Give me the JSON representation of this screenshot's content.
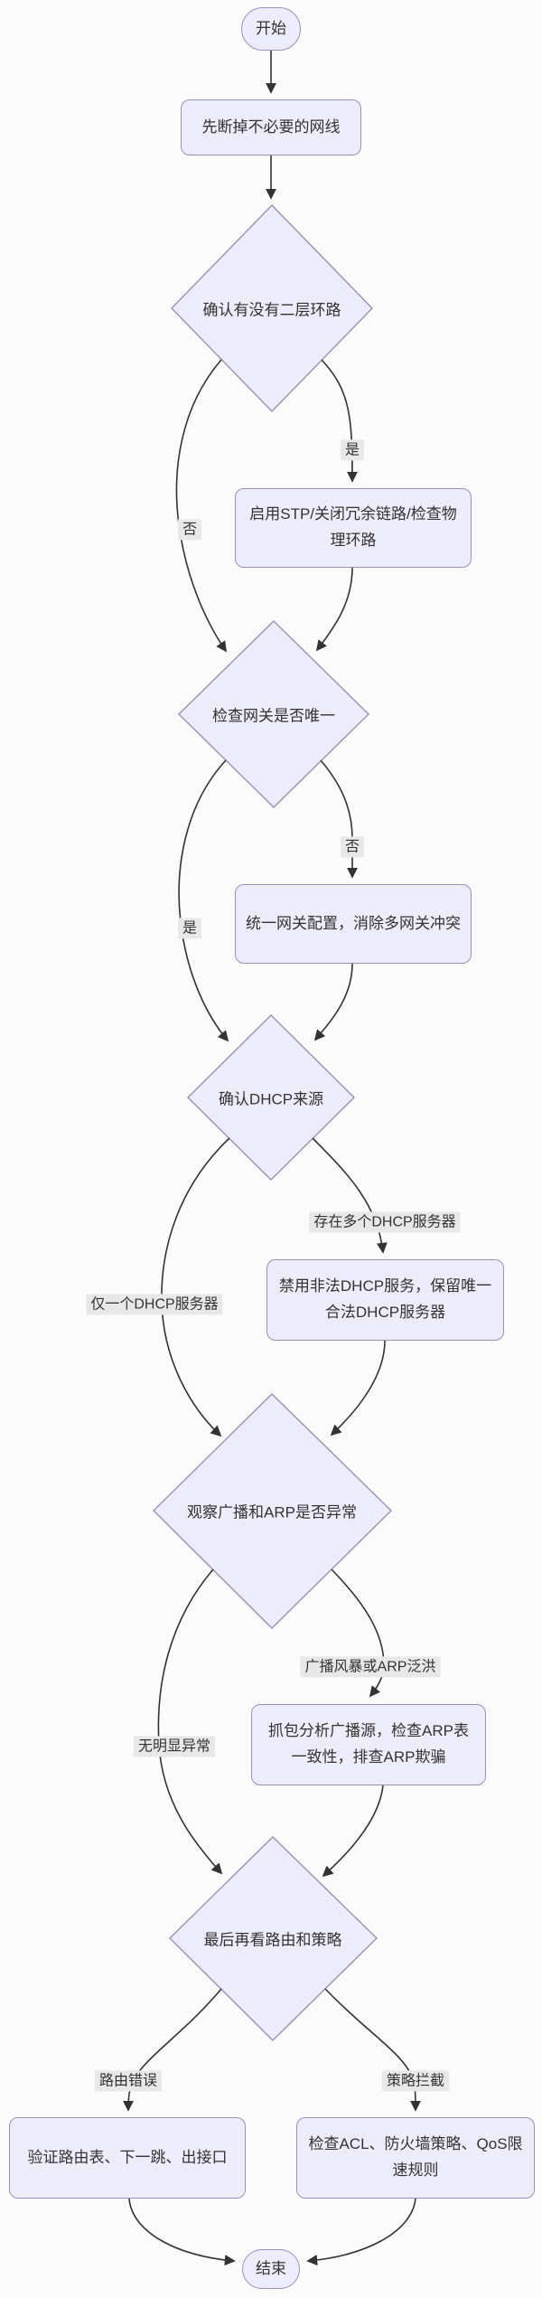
{
  "diagram": {
    "type": "flowchart",
    "nodes": {
      "start": {
        "label": "开始"
      },
      "step1": {
        "label": "先断掉不必要的网线"
      },
      "decision1": {
        "label": "确认有没有二层环路"
      },
      "action1": {
        "label": "启用STP/关闭冗余链路/检查物理环路"
      },
      "decision2": {
        "label": "检查网关是否唯一"
      },
      "action2": {
        "label": "统一网关配置，消除多网关冲突"
      },
      "decision3": {
        "label": "确认DHCP来源"
      },
      "action3": {
        "label": "禁用非法DHCP服务，保留唯一合法DHCP服务器"
      },
      "decision4": {
        "label": "观察广播和ARP是否异常"
      },
      "action4": {
        "label": "抓包分析广播源，检查ARP表一致性，排查ARP欺骗"
      },
      "decision5": {
        "label": "最后再看路由和策略"
      },
      "action5": {
        "label": "验证路由表、下一跳、出接口"
      },
      "action6": {
        "label": "检查ACL、防火墙策略、QoS限速规则"
      },
      "end": {
        "label": "结束"
      }
    },
    "edge_labels": {
      "d1_yes": "是",
      "d1_no": "否",
      "d2_yes": "是",
      "d2_no": "否",
      "d3_multi": "存在多个DHCP服务器",
      "d3_single": "仅一个DHCP服务器",
      "d4_storm": "广播风暴或ARP泛洪",
      "d4_normal": "无明显异常",
      "d5_route": "路由错误",
      "d5_policy": "策略拦截"
    },
    "colors": {
      "node_fill": "#ececfa",
      "node_border": "#9892b8",
      "edge": "#333333",
      "edge_label_bg": "#e8e8e8",
      "text": "#333333",
      "background": "#fbfbfb"
    }
  }
}
